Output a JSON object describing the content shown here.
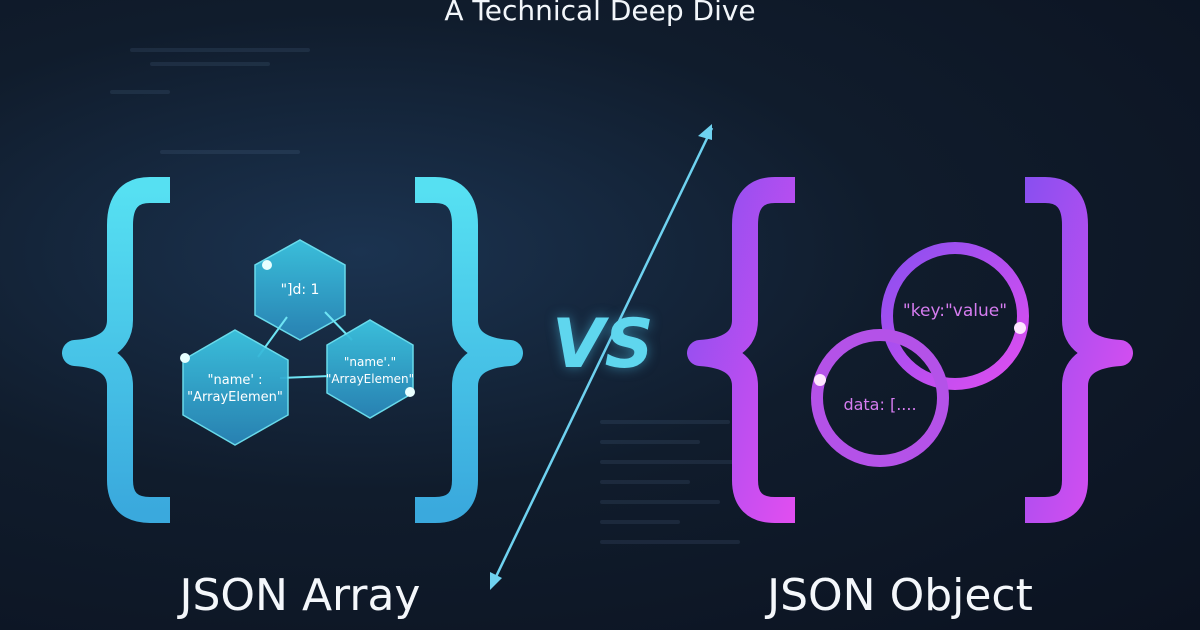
{
  "title": "A Technical Deep Dive",
  "vs_label": "VS",
  "array": {
    "label": "JSON Array",
    "nodes": [
      "\"]d: 1",
      "\"name' :\n\"ArrayElemen\"",
      "\"name'.\"\n\"ArrayElemen\""
    ]
  },
  "object": {
    "label": "JSON Object",
    "rings": [
      "\"key:\"value\"",
      "data: [...."
    ]
  },
  "colors": {
    "cyan": "#4fd3ec",
    "purple": "#a855f7",
    "magenta": "#e04ef0"
  }
}
